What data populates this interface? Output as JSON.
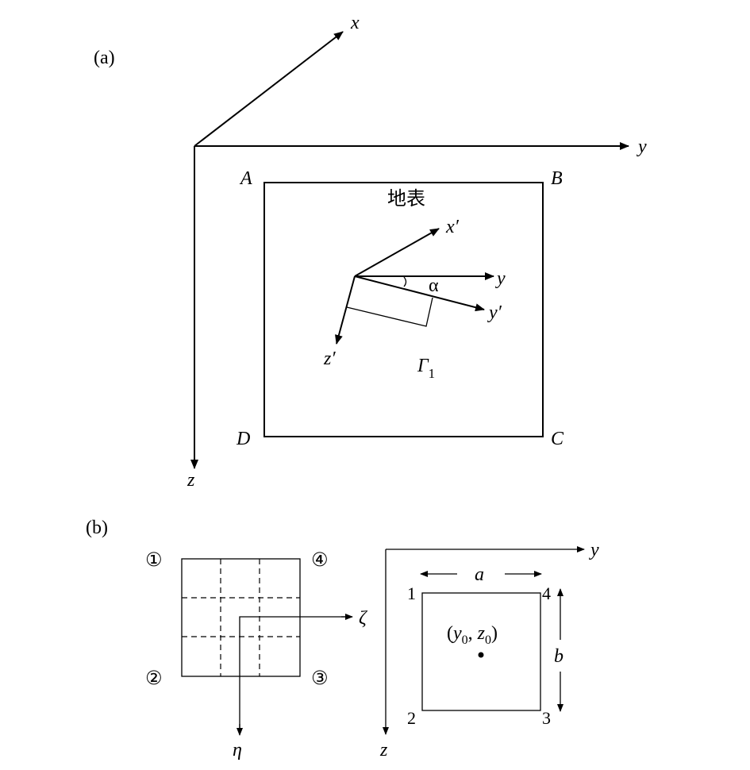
{
  "panel_a": {
    "label": "(a)",
    "axis_x": "x",
    "axis_y": "y",
    "axis_z": "z",
    "corner_a": "A",
    "corner_b": "B",
    "corner_c": "C",
    "corner_d": "D",
    "surface": "地表",
    "local_x": "x′",
    "local_y": "y",
    "local_y_prime": "y′",
    "local_z": "z′",
    "angle": "α",
    "gamma": "Γ",
    "gamma_sub": "1"
  },
  "panel_b": {
    "label": "(b)",
    "corner_1": "①",
    "corner_2": "②",
    "corner_3": "③",
    "corner_4": "④",
    "zeta": "ζ",
    "eta": "η",
    "axis_y": "y",
    "axis_z": "z",
    "dim_a": "a",
    "dim_b": "b",
    "vertex_1": "1",
    "vertex_2": "2",
    "vertex_3": "3",
    "vertex_4": "4",
    "center_open": "(",
    "center_y": "y",
    "center_y_sub": "0",
    "center_comma": ", ",
    "center_z": "z",
    "center_z_sub": "0",
    "center_close": ")"
  }
}
